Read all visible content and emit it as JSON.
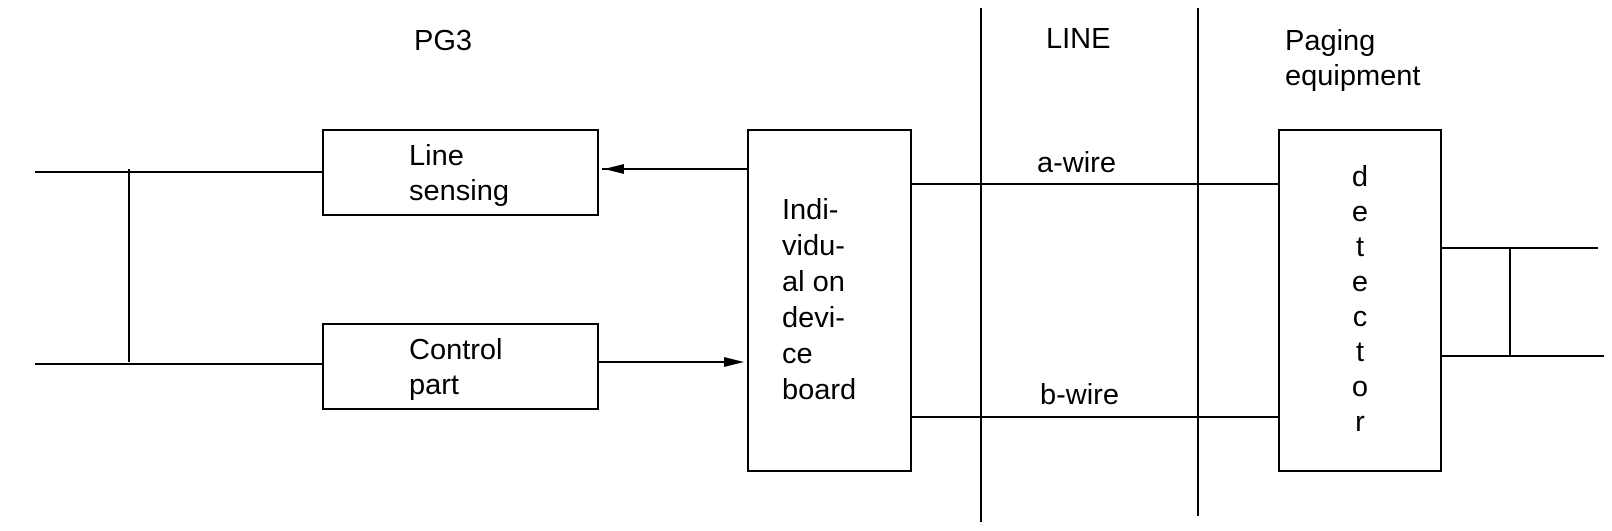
{
  "sections": {
    "pg3": "PG3",
    "line": "LINE",
    "paging_line1": "Paging",
    "paging_line2": "equipment"
  },
  "blocks": {
    "line_sensing": [
      "Line",
      "sensing"
    ],
    "control_part": [
      "Control",
      "part"
    ],
    "device_board": [
      "Indi-",
      "vidu-",
      "al on",
      "devi-",
      "ce",
      "board"
    ],
    "detector": [
      "d",
      "e",
      "t",
      "e",
      "c",
      "t",
      "o",
      "r"
    ]
  },
  "wires": {
    "a_wire": "a-wire",
    "b_wire": "b-wire"
  }
}
